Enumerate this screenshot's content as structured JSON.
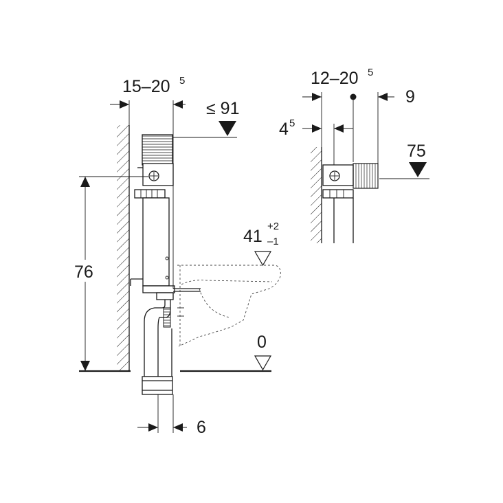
{
  "dimensions": {
    "frame_depth": {
      "base": "15–20",
      "sup": "5"
    },
    "max_height": "≤ 91",
    "frame_height": "76",
    "bowl_height": {
      "base": "41",
      "sup": "+2",
      "sub": "–1"
    },
    "floor_level": "0",
    "drain_offset": "6",
    "side_depth": {
      "base": "12–20",
      "sup": "5"
    },
    "side_offset": "9",
    "wall_gap": {
      "base": "4",
      "sup": "5"
    },
    "flush_height": "75"
  }
}
